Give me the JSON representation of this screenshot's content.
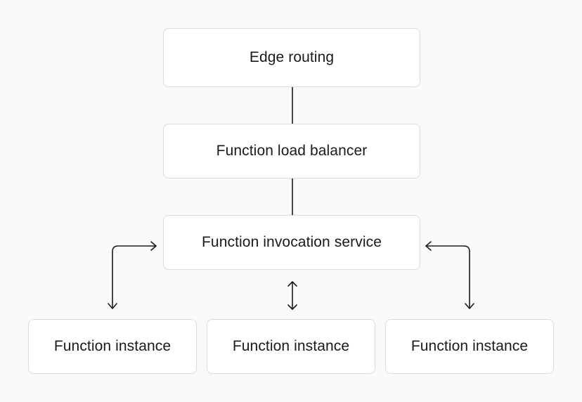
{
  "diagram": {
    "nodes": {
      "edge_routing": "Edge routing",
      "load_balancer": "Function load balancer",
      "invocation_service": "Function invocation service",
      "instances": [
        "Function instance",
        "Function instance",
        "Function instance"
      ]
    },
    "edges": [
      {
        "from": "edge_routing",
        "to": "load_balancer",
        "style": "line"
      },
      {
        "from": "load_balancer",
        "to": "invocation_service",
        "style": "line"
      },
      {
        "from": "invocation_service",
        "to": "instance_1",
        "style": "bidirectional-arrow"
      },
      {
        "from": "invocation_service",
        "to": "instance_2",
        "style": "bidirectional-arrow"
      },
      {
        "from": "invocation_service",
        "to": "instance_3",
        "style": "bidirectional-arrow"
      }
    ],
    "colors": {
      "background": "#fafafa",
      "box_fill": "#ffffff",
      "box_border": "#dcdcdc",
      "text": "#1a1a1a",
      "connector": "#1a1a1a"
    }
  }
}
